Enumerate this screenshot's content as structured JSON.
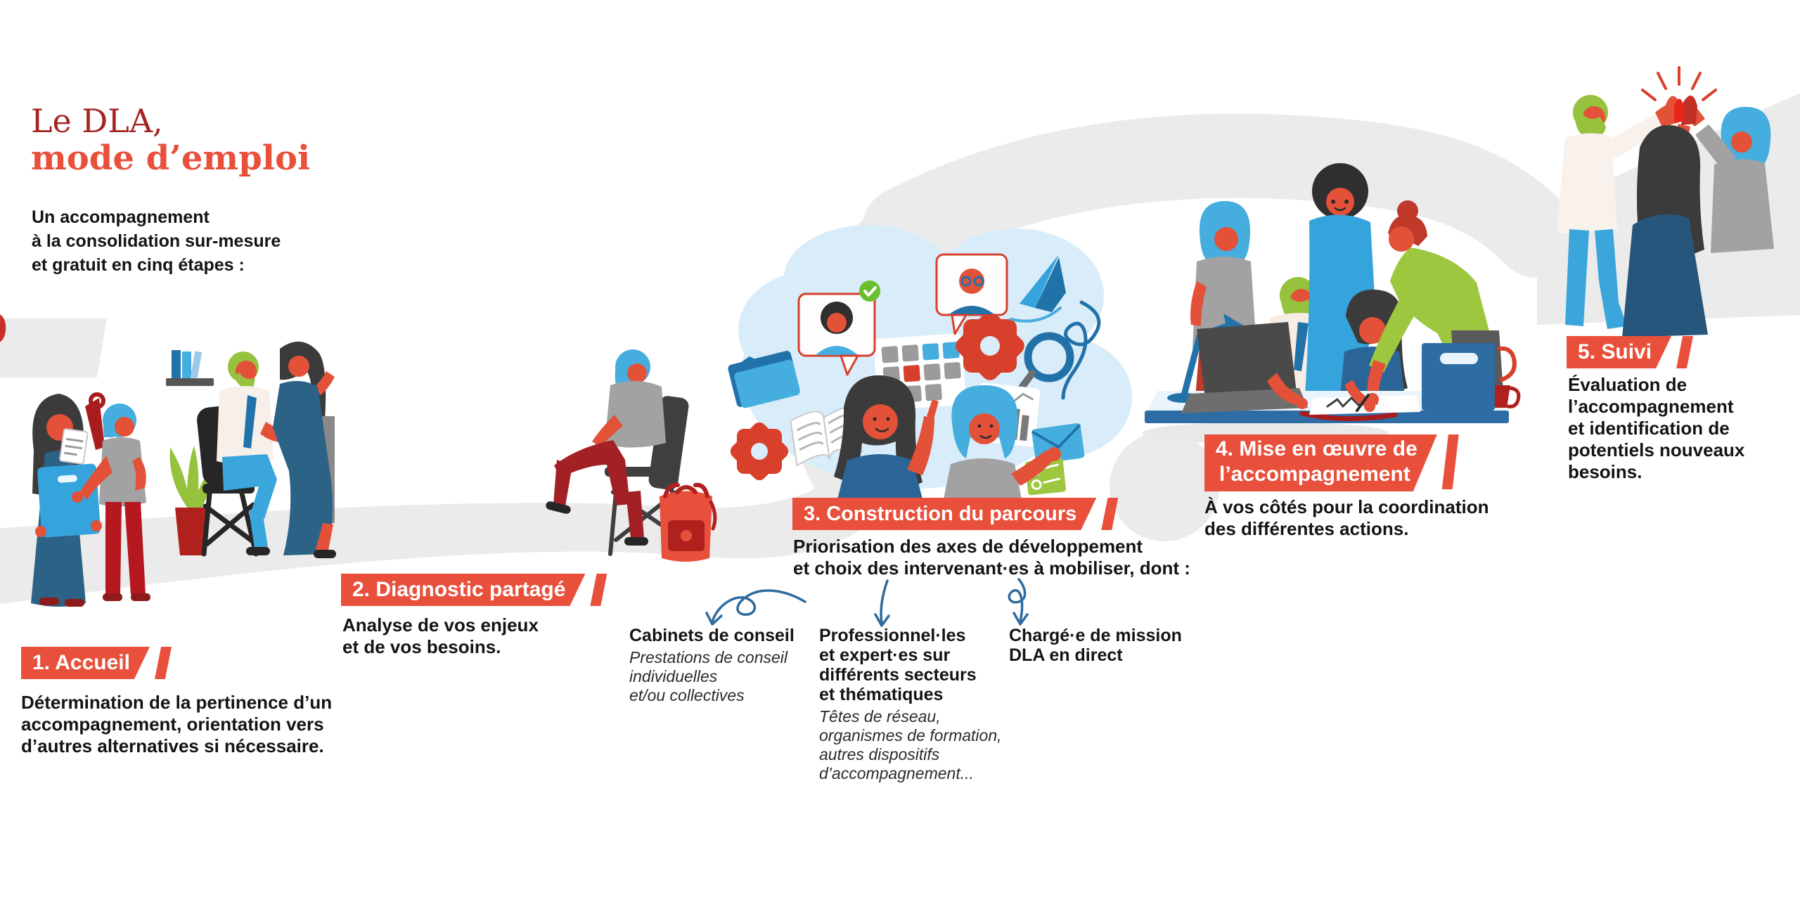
{
  "title": {
    "line1": "Le DLA,",
    "line2": "mode d’emploi"
  },
  "intro_lines": [
    "Un accompagnement",
    "à la consolidation sur-mesure",
    "et gratuit en cinq étapes :"
  ],
  "steps": [
    {
      "label_lines": [
        "1. Accueil"
      ],
      "desc_lines": [
        "Détermination de la pertinence d’un",
        "accompagnement, orientation vers",
        "d’autres alternatives si nécessaire."
      ]
    },
    {
      "label_lines": [
        "2. Diagnostic partagé"
      ],
      "desc_lines": [
        "Analyse de vos enjeux",
        "et de vos besoins."
      ]
    },
    {
      "label_lines": [
        "3. Construction du parcours"
      ],
      "desc_lines": [
        "Priorisation des axes de développement",
        "et choix des intervenant·es à mobiliser, dont :"
      ]
    },
    {
      "label_lines": [
        "4. Mise en œuvre de",
        "l’accompagnement"
      ],
      "desc_lines": [
        "À vos côtés pour la coordination",
        "des différentes actions."
      ]
    },
    {
      "label_lines": [
        "5. Suivi"
      ],
      "desc_lines": [
        "Évaluation de",
        "l’accompagnement",
        "et identification de",
        "potentiels nouveaux",
        "besoins."
      ]
    }
  ],
  "step3_options": [
    {
      "name_lines": [
        "Cabinets de conseil"
      ],
      "detail_lines": [
        "Prestations de conseil",
        "individuelles",
        "et/ou collectives"
      ]
    },
    {
      "name_lines": [
        "Professionnel·les",
        "et expert·es sur",
        "différents secteurs",
        "et thématiques"
      ],
      "detail_lines": [
        "Têtes de réseau,",
        "organismes de formation,",
        "autres dispositifs",
        "d’accompagnement..."
      ]
    },
    {
      "name_lines": [
        "Chargé·e de mission",
        "DLA en direct"
      ],
      "detail_lines": []
    }
  ],
  "colors": {
    "banner_red": "#e8503c",
    "title_dark_red": "#a42421",
    "title_orange_red": "#e8503c",
    "text_black": "#141414",
    "arrow_blue": "#2e6b9e",
    "road_gray": "#ebebeb",
    "cloud_blue": "#d9ecf9",
    "skin": "#e25138",
    "bright_blue": "#45aede",
    "steel_blue": "#2b6597",
    "dark_red": "#b0211d",
    "green": "#96c23d",
    "gray_clothing": "#a2a2a2"
  }
}
